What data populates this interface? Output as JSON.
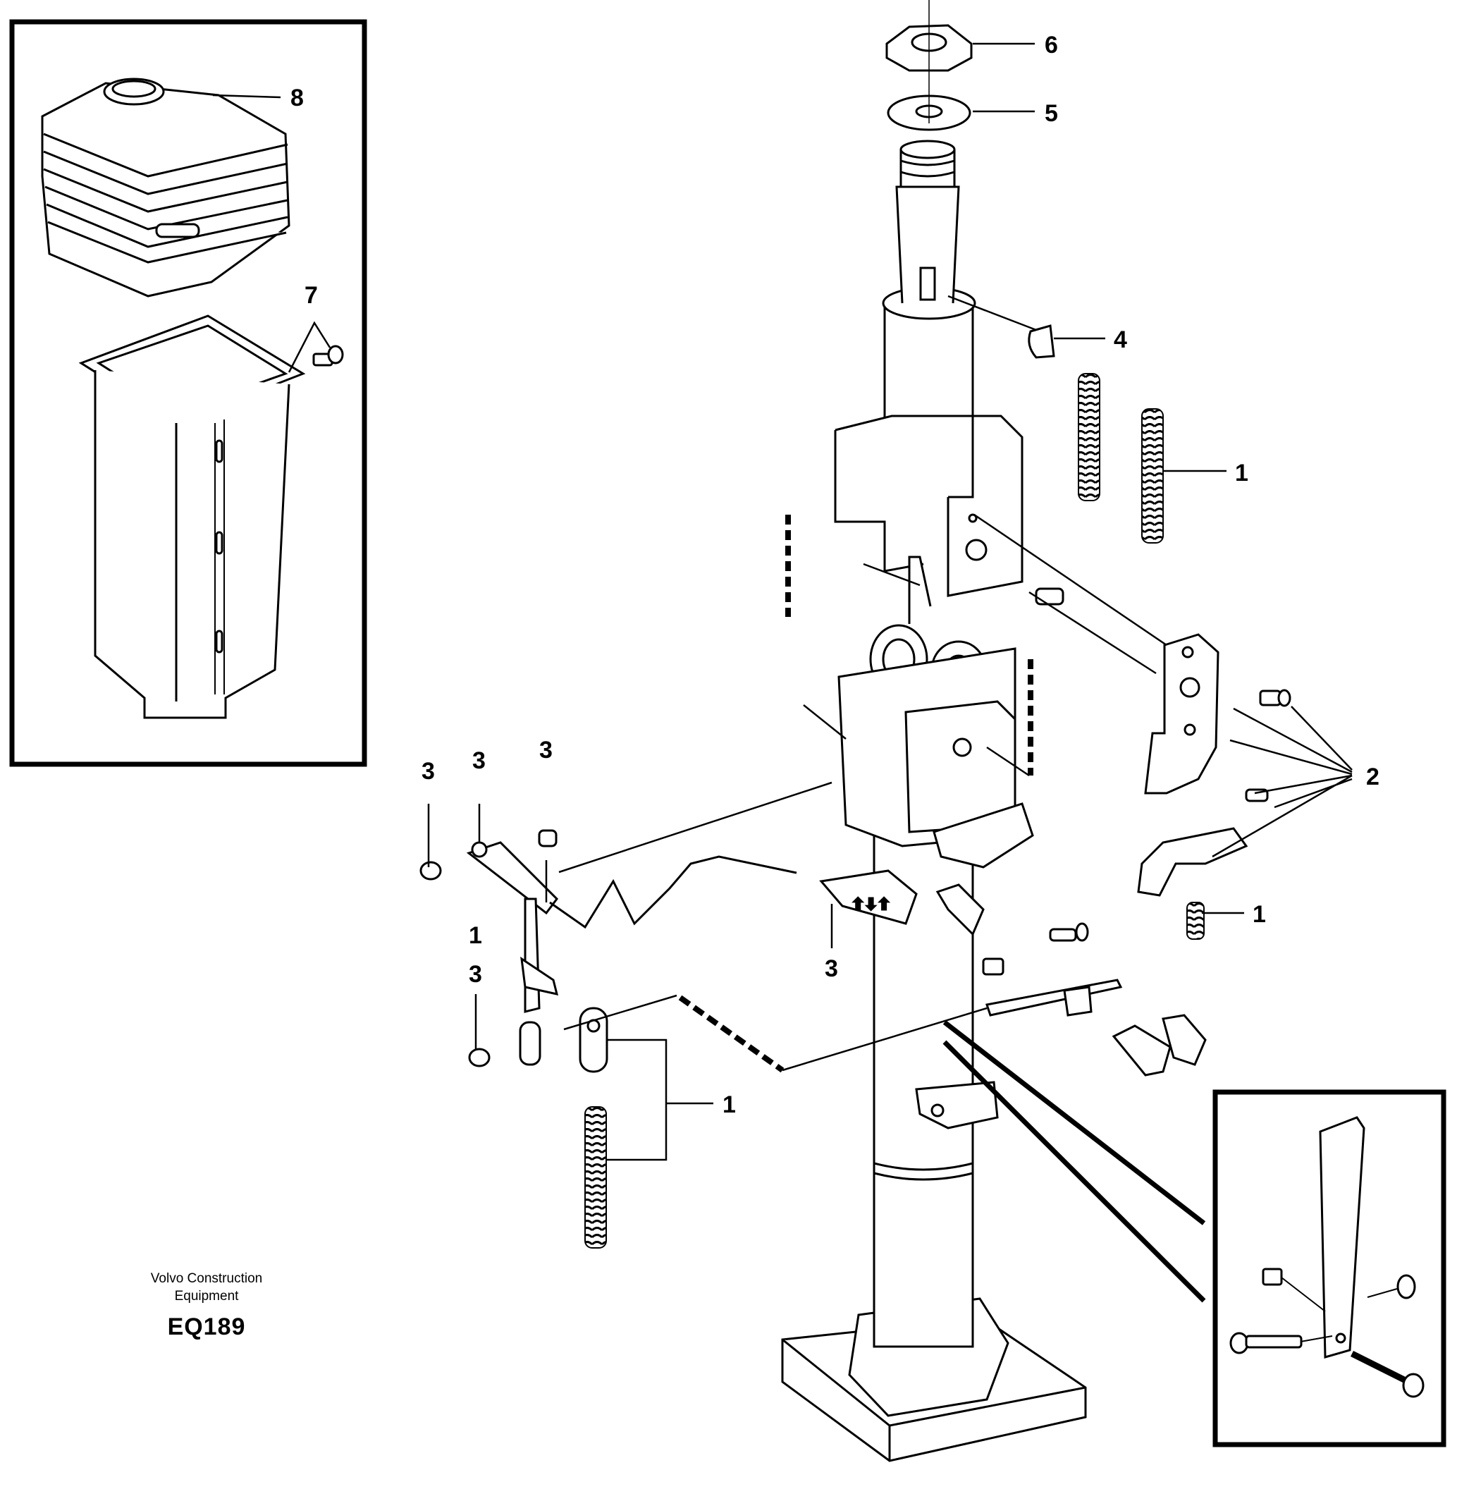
{
  "callouts": {
    "c1_top_spring": "1",
    "c2_bracket": "2",
    "c3_left_a": "3",
    "c3_left_b": "3",
    "c3_left_c": "3",
    "c1_left_lever": "1",
    "c3_left_lower": "3",
    "c3_handle": "3",
    "c1_lower_spring": "1",
    "c1_right_spring": "1",
    "c4_key": "4",
    "c5_washer": "5",
    "c6_nut": "6",
    "c7_screw": "7",
    "c8_boot": "8"
  },
  "credit": {
    "line1": "Volvo Construction",
    "line2": "Equipment"
  },
  "figure_code": "EQ189",
  "icons": [
    "hex-nut-icon",
    "washer-icon",
    "spring-icon",
    "bolt-icon",
    "bellows-boot-icon"
  ]
}
